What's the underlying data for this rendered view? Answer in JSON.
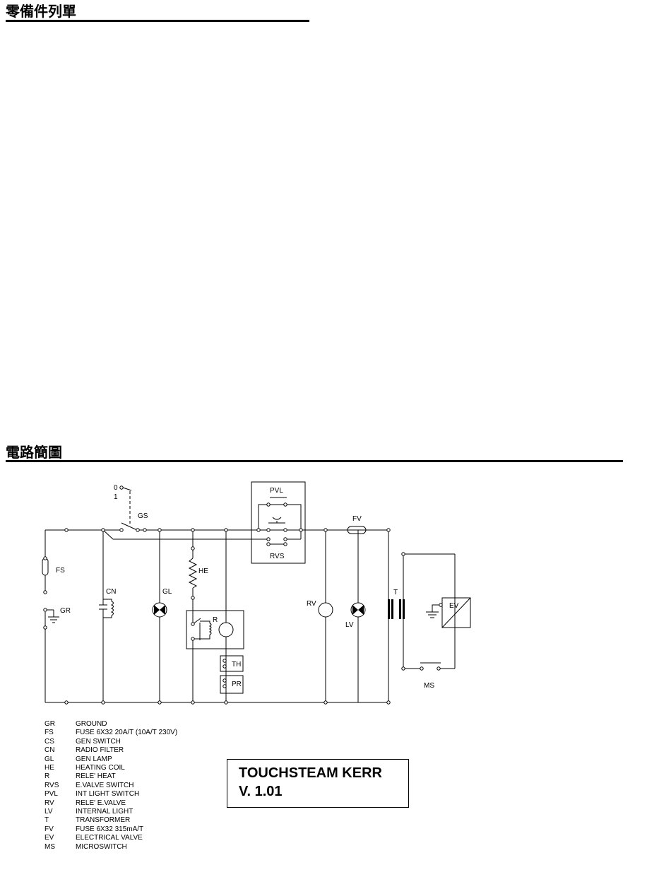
{
  "headings": {
    "parts_list": "零備件列單",
    "circuit_diagram": "電路簡圖"
  },
  "schematic": {
    "labels": {
      "switch_pos_0": "0",
      "switch_pos_1": "1",
      "GS": "GS",
      "PVL": "PVL",
      "RVS": "RVS",
      "FV": "FV",
      "FS": "FS",
      "GR": "GR",
      "CN": "CN",
      "GL": "GL",
      "HE": "HE",
      "R": "R",
      "TH": "TH",
      "PR": "PR",
      "RV": "RV",
      "LV": "LV",
      "T": "T",
      "EV": "EV",
      "MS": "MS"
    }
  },
  "legend": [
    {
      "code": "GR",
      "desc": "GROUND"
    },
    {
      "code": "FS",
      "desc": "FUSE 6X32 20A/T (10A/T 230V)"
    },
    {
      "code": "CS",
      "desc": "GEN SWITCH"
    },
    {
      "code": "CN",
      "desc": "RADIO FILTER"
    },
    {
      "code": "GL",
      "desc": "GEN LAMP"
    },
    {
      "code": "HE",
      "desc": "HEATING COIL"
    },
    {
      "code": "R",
      "desc": "RELE' HEAT"
    },
    {
      "code": "RVS",
      "desc": "E.VALVE SWITCH"
    },
    {
      "code": "PVL",
      "desc": "INT LIGHT SWITCH"
    },
    {
      "code": "RV",
      "desc": "RELE' E.VALVE"
    },
    {
      "code": "LV",
      "desc": "INTERNAL LIGHT"
    },
    {
      "code": "T",
      "desc": "TRANSFORMER"
    },
    {
      "code": "FV",
      "desc": "FUSE 6X32 315mA/T"
    },
    {
      "code": "EV",
      "desc": "ELECTRICAL VALVE"
    },
    {
      "code": "MS",
      "desc": "MICROSWITCH"
    }
  ],
  "model": {
    "name": "TOUCHSTEAM KERR",
    "version": "V. 1.01"
  }
}
